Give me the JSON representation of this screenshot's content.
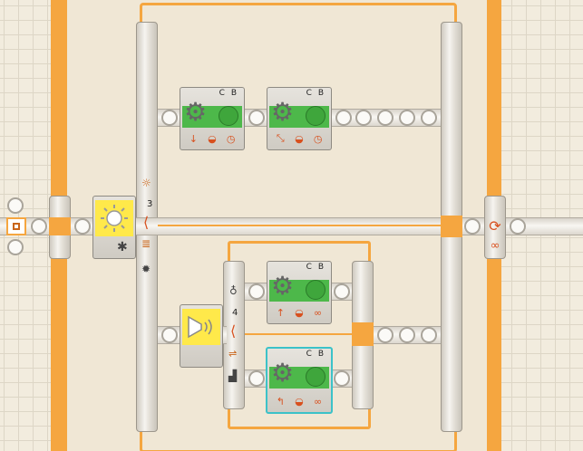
{
  "colors": {
    "wire": "#f5a640",
    "motor_green": "#4db84a",
    "light_yellow": "#ffe94a",
    "select": "#3cc2c8"
  },
  "motor_label": "C B",
  "switch_light": {
    "value": "3"
  },
  "switch_sound": {
    "value": "4"
  },
  "icons": {
    "start": "start-square-icon",
    "loop": "loop-arrows-icon",
    "infinity": "∞",
    "gear": "gear-icon",
    "light": "light-sensor-icon",
    "sound": "sound-sensor-icon"
  }
}
